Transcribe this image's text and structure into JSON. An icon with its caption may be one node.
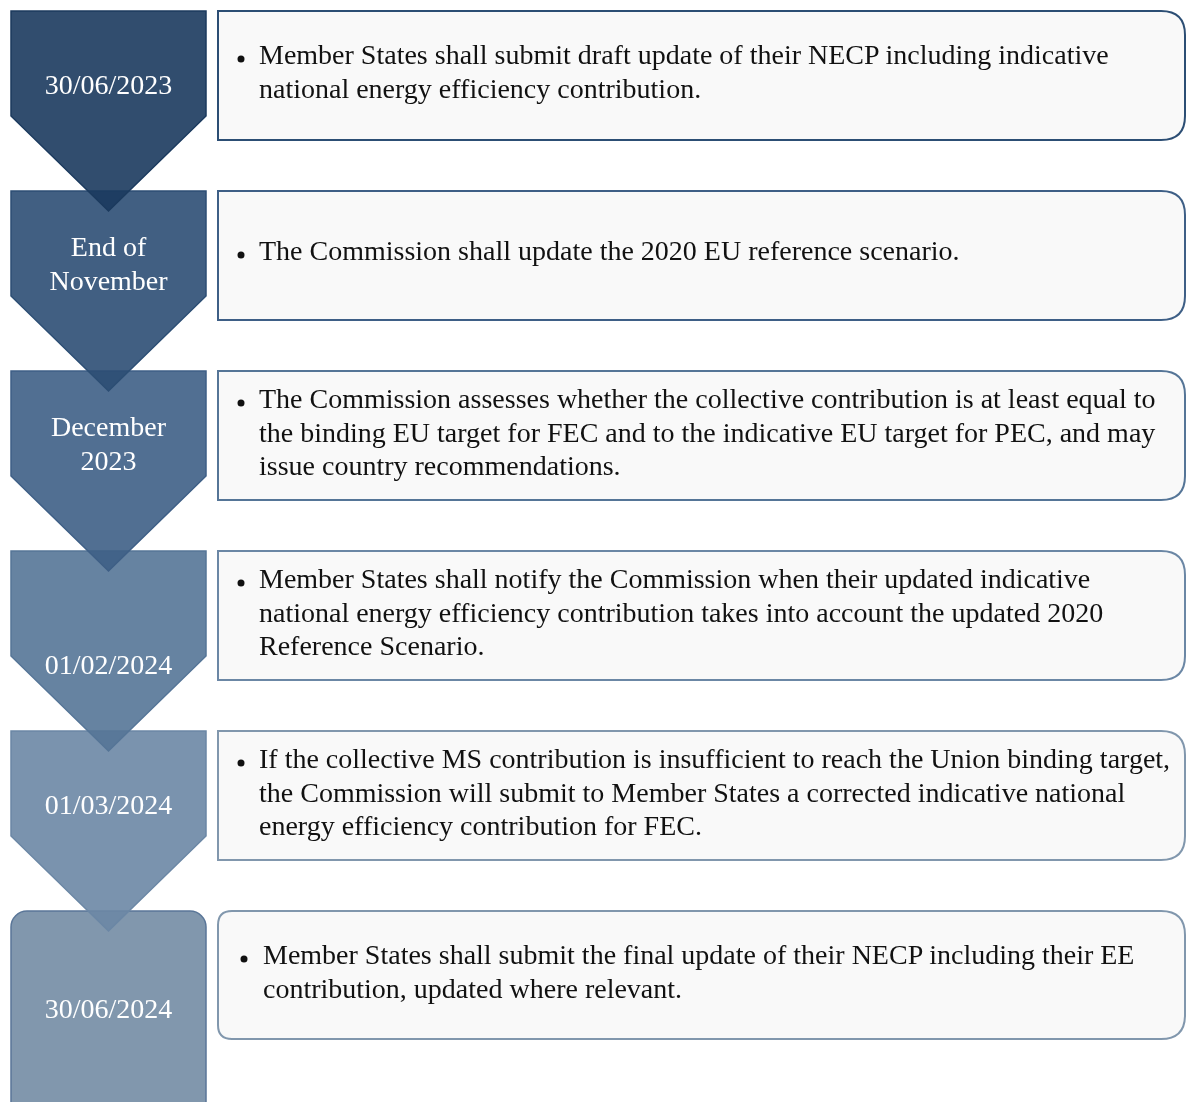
{
  "diagram": {
    "nodes": [
      {
        "text": [
          "30/06/2023"
        ]
      },
      {
        "text": [
          "Member States shall submit draft update of their NECP including indicative national energy efficiency contribution."
        ]
      },
      {
        "text": [
          "End of November"
        ]
      },
      {
        "text": [
          "The Commission shall update the 2020 EU reference scenario."
        ]
      },
      {
        "text": [
          "December 2023"
        ]
      },
      {
        "text": [
          "The Commission assesses whether the collective contribution is at least equal to the binding EU target for FEC and to the indicative EU target for PEC, and may issue country recommendations."
        ]
      },
      {
        "text": [
          "01/02/2024"
        ]
      },
      {
        "text": [
          "Member States shall notify the Commission when their updated indicative national energy efficiency contribution takes into account the updated 2020 Reference Scenario."
        ]
      },
      {
        "text": [
          "01/03/2024"
        ]
      },
      {
        "text": [
          "If the collective MS contribution is insufficient to reach the Union binding target, the Commission will submit to Member States a corrected indicative national energy efficiency contribution for FEC."
        ]
      },
      {
        "text": [
          "30/06/2024"
        ]
      },
      {
        "text": [
          "Member States shall submit the final update of their NECP including their EE contribution, updated where relevant."
        ]
      }
    ]
  }
}
